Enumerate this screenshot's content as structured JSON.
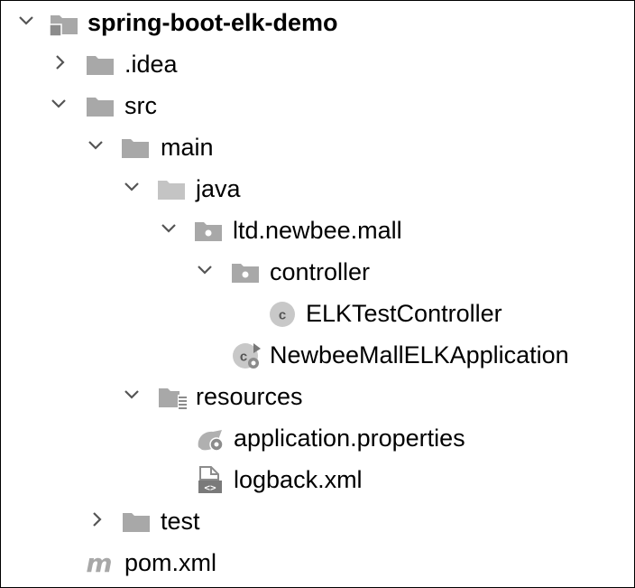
{
  "tree": {
    "root": {
      "label": "spring-boot-elk-demo",
      "icon": "module-folder-icon",
      "expanded": true
    },
    "idea": {
      "label": ".idea",
      "icon": "folder-icon",
      "expanded": false
    },
    "src": {
      "label": "src",
      "icon": "folder-icon",
      "expanded": true
    },
    "main": {
      "label": "main",
      "icon": "folder-icon",
      "expanded": true
    },
    "java": {
      "label": "java",
      "icon": "source-folder-icon",
      "expanded": true
    },
    "package": {
      "label": "ltd.newbee.mall",
      "icon": "package-icon",
      "expanded": true
    },
    "controller": {
      "label": "controller",
      "icon": "package-icon",
      "expanded": true
    },
    "elk_test_controller": {
      "label": "ELKTestController",
      "icon": "java-class-icon"
    },
    "application_class": {
      "label": "NewbeeMallELKApplication",
      "icon": "spring-boot-class-icon"
    },
    "resources": {
      "label": "resources",
      "icon": "resources-folder-icon",
      "expanded": true
    },
    "application_properties": {
      "label": "application.properties",
      "icon": "spring-properties-icon"
    },
    "logback_xml": {
      "label": "logback.xml",
      "icon": "xml-file-icon"
    },
    "test": {
      "label": "test",
      "icon": "folder-icon",
      "expanded": false
    },
    "pom_xml": {
      "label": "pom.xml",
      "icon": "maven-icon"
    }
  },
  "colors": {
    "icon_gray": "#a8a8a8",
    "icon_dark": "#8c8c8c",
    "text": "#000000",
    "chevron": "#555555"
  }
}
